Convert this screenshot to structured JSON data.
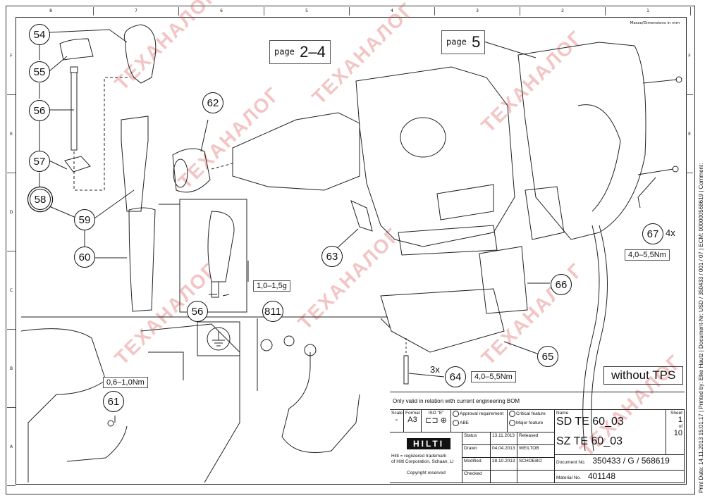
{
  "drawing": {
    "dimensions_note": "Masse/Dimensions in mm",
    "zones_top": [
      "8",
      "7",
      "6",
      "5",
      "4",
      "3",
      "2",
      "1"
    ],
    "zones_side": [
      "F",
      "E",
      "D",
      "C",
      "B",
      "A"
    ],
    "side_print_text": "Print Date: 14.11.2013 15:01:17 | Printed by: Elke Hautz | Document-Nr: USD / 350433 / 001 / 07 | ECM: 000000568619 | Comment:"
  },
  "references": {
    "page_2_4": {
      "prefix": "page",
      "num": "2–4"
    },
    "page_5": {
      "prefix": "page",
      "num": "5"
    }
  },
  "balloons": [
    "54",
    "55",
    "56",
    "57",
    "58",
    "59",
    "60",
    "61",
    "62",
    "63",
    "64",
    "65",
    "66",
    "67",
    "56",
    "811"
  ],
  "annotations": {
    "torque_61": "0,6–1,0Nm",
    "torque_64": "4,0–5,5Nm",
    "torque_67": "4,0–5,5Nm",
    "grease_811": "1,0–1,5g",
    "qty_64": "3x",
    "qty_67": "4x",
    "variant_note": "without TPS",
    "ground_symbol": "protective-earth"
  },
  "product_label": {
    "brand": "HILTI",
    "model": "TE 60"
  },
  "watermark": {
    "text": "ТЕХАНАЛОГ",
    "color": "#dc5a5a"
  },
  "title_block": {
    "note": "Only valid in relation with current engineering BOM",
    "scale_label": "Scale",
    "scale_value": "-",
    "format_label": "Format",
    "format_value": "A3",
    "iso_label": "ISO \"E\"",
    "approval_requirement": "Approval requirement",
    "abe": "ABE",
    "critical_feature": "Critical feature",
    "major_feature": "Major feature",
    "name_label": "Name",
    "name_1": "SD TE 60_03",
    "name_2": "SZ TE 60_03",
    "sheet_label": "Sheet",
    "sheet_num": "1",
    "sheet_of": "of",
    "sheet_total": "10",
    "logo": "HILTI",
    "trademark_line1": "Hilti = registered trademark",
    "trademark_line2": "of Hilti Corporation, Schaan, LI",
    "copyright": "Copyright reserved",
    "rows": [
      {
        "label": "Status",
        "date": "13.11.2013",
        "who": "Released"
      },
      {
        "label": "Drawn",
        "date": "04.04.2013",
        "who": "WEILTOB"
      },
      {
        "label": "Modified",
        "date": "28.10.2013",
        "who": "SCHOEBO"
      },
      {
        "label": "Checked",
        "date": "",
        "who": ""
      }
    ],
    "document_label": "Document No.",
    "document_value": "350433 / G / 568619",
    "material_label": "Material No.",
    "material_value": "401148"
  }
}
